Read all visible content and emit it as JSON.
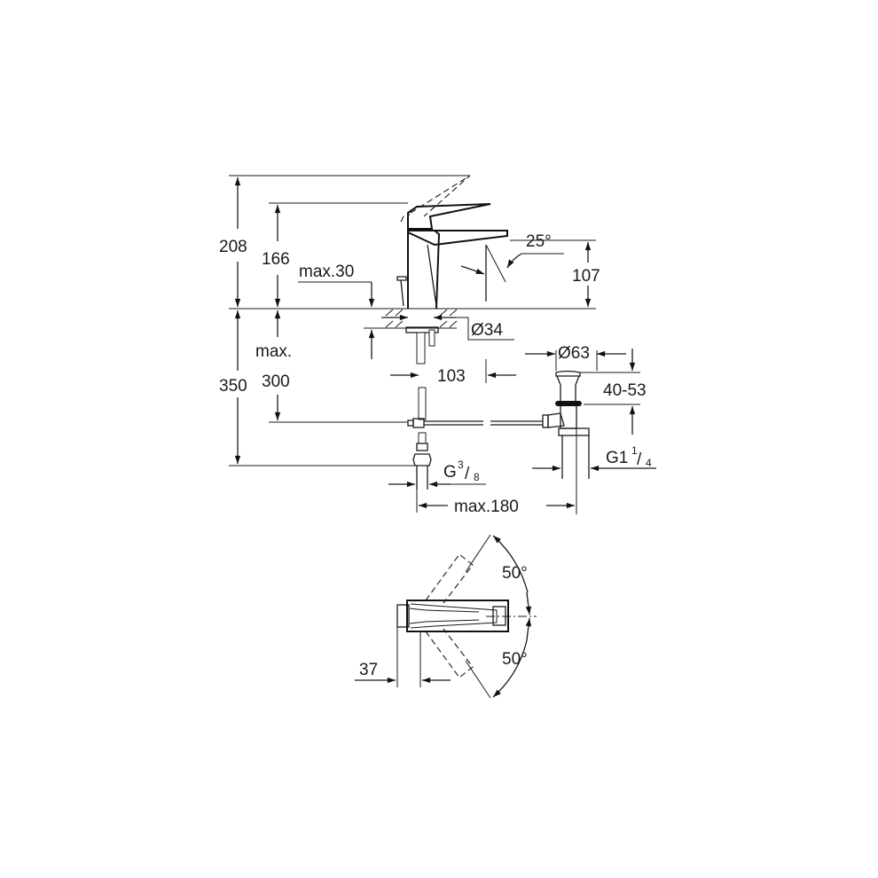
{
  "drawing": {
    "type": "basin mixer dimension drawing",
    "side_view": {
      "dimensions": {
        "total_height": "208",
        "spout_height": "166",
        "deck_thickness": "max.30",
        "spout_clearance": "107",
        "spout_angle": "25°",
        "hole_diameter": "Ø34",
        "below_deck_label_1": "max.",
        "below_deck_label_2": "300",
        "hose_length": "350",
        "spout_reach": "103",
        "supply_thread_main": "G",
        "supply_thread_num": "3",
        "supply_thread_den": "8",
        "waste_reach": "max.180",
        "waste_diameter": "Ø63",
        "waste_height": "40-53",
        "waste_thread_main": "G1",
        "waste_thread_num": "1",
        "waste_thread_den": "4"
      }
    },
    "top_view": {
      "dimensions": {
        "rotation_upper": "50°",
        "rotation_lower": "50°",
        "lever_offset": "37"
      }
    }
  }
}
